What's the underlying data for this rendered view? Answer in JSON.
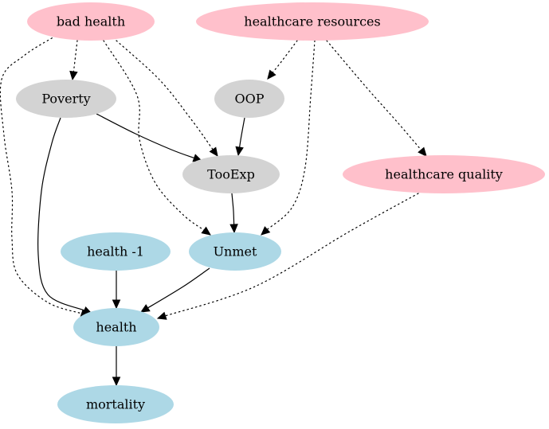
{
  "graph": {
    "colors": {
      "exposure": "#ffc0cb",
      "intermediate": "#d3d3d3",
      "outcome": "#add8e6",
      "edge": "#000000"
    },
    "nodes": [
      {
        "id": "bad_health",
        "label": "bad health",
        "group": "exposure"
      },
      {
        "id": "healthcare_resources",
        "label": "healthcare resources",
        "group": "exposure"
      },
      {
        "id": "poverty",
        "label": "Poverty",
        "group": "intermediate"
      },
      {
        "id": "oop",
        "label": "OOP",
        "group": "intermediate"
      },
      {
        "id": "tooexp",
        "label": "TooExp",
        "group": "intermediate"
      },
      {
        "id": "healthcare_quality",
        "label": "healthcare quality",
        "group": "exposure"
      },
      {
        "id": "health_lag",
        "label": "health -1",
        "group": "outcome"
      },
      {
        "id": "unmet",
        "label": "Unmet",
        "group": "outcome"
      },
      {
        "id": "health",
        "label": "health",
        "group": "outcome"
      },
      {
        "id": "mortality",
        "label": "mortality",
        "group": "outcome"
      }
    ],
    "edges": [
      {
        "from": "bad_health",
        "to": "poverty",
        "style": "dotted"
      },
      {
        "from": "bad_health",
        "to": "health",
        "style": "dotted"
      },
      {
        "from": "bad_health",
        "to": "unmet",
        "style": "dotted"
      },
      {
        "from": "bad_health",
        "to": "tooexp",
        "style": "dotted"
      },
      {
        "from": "healthcare_resources",
        "to": "oop",
        "style": "dotted"
      },
      {
        "from": "healthcare_resources",
        "to": "unmet",
        "style": "dotted"
      },
      {
        "from": "healthcare_resources",
        "to": "healthcare_quality",
        "style": "dotted"
      },
      {
        "from": "poverty",
        "to": "tooexp",
        "style": "solid"
      },
      {
        "from": "poverty",
        "to": "health",
        "style": "solid"
      },
      {
        "from": "oop",
        "to": "tooexp",
        "style": "solid"
      },
      {
        "from": "tooexp",
        "to": "unmet",
        "style": "solid"
      },
      {
        "from": "healthcare_quality",
        "to": "health",
        "style": "dotted"
      },
      {
        "from": "health_lag",
        "to": "health",
        "style": "solid"
      },
      {
        "from": "unmet",
        "to": "health",
        "style": "solid"
      },
      {
        "from": "health",
        "to": "mortality",
        "style": "solid"
      }
    ]
  }
}
